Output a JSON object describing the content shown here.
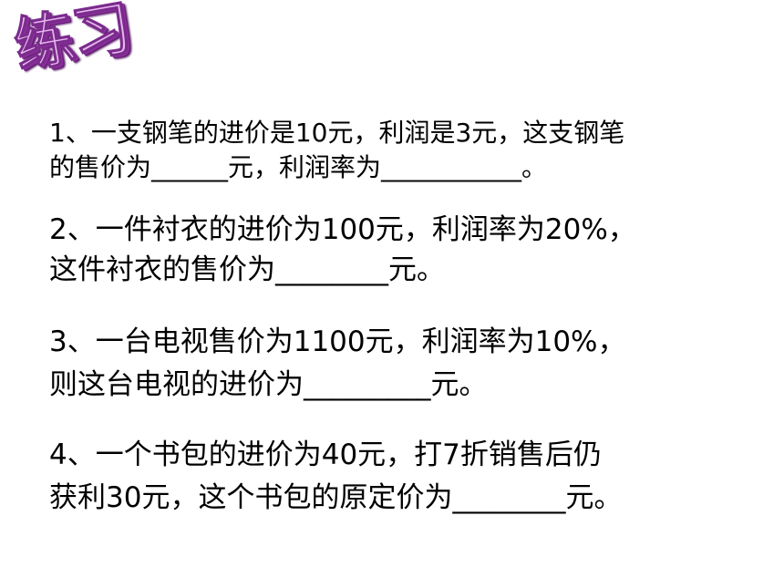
{
  "title": "练习",
  "questions": [
    {
      "line1": "1、一支钢笔的进价是10元，利润是3元，这支钢笔",
      "line2": "的售价为______元，利润率为___________。"
    },
    {
      "line1": "2、一件衬衣的进价为100元，利润率为20%，",
      "line2": "这件衬衣的售价为________元。"
    },
    {
      "line1": "3、一台电视售价为1100元，利润率为10%，",
      "line2": "则这台电视的进价为_________元。"
    },
    {
      "line1": "4、一个书包的进价为40元，打7折销售后仍",
      "line2": "获利30元，这个书包的原定价为________元。"
    }
  ]
}
